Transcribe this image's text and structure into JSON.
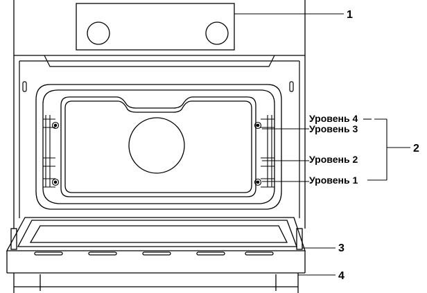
{
  "callouts": {
    "c1": "1",
    "c2": "2",
    "c3": "3",
    "c4": "4"
  },
  "levels": {
    "level4": "Уровень 4",
    "level3": "Уровень 3",
    "level2": "Уровень 2",
    "level1": "Уровень 1"
  },
  "colors": {
    "line": "#000000",
    "background": "#ffffff"
  }
}
